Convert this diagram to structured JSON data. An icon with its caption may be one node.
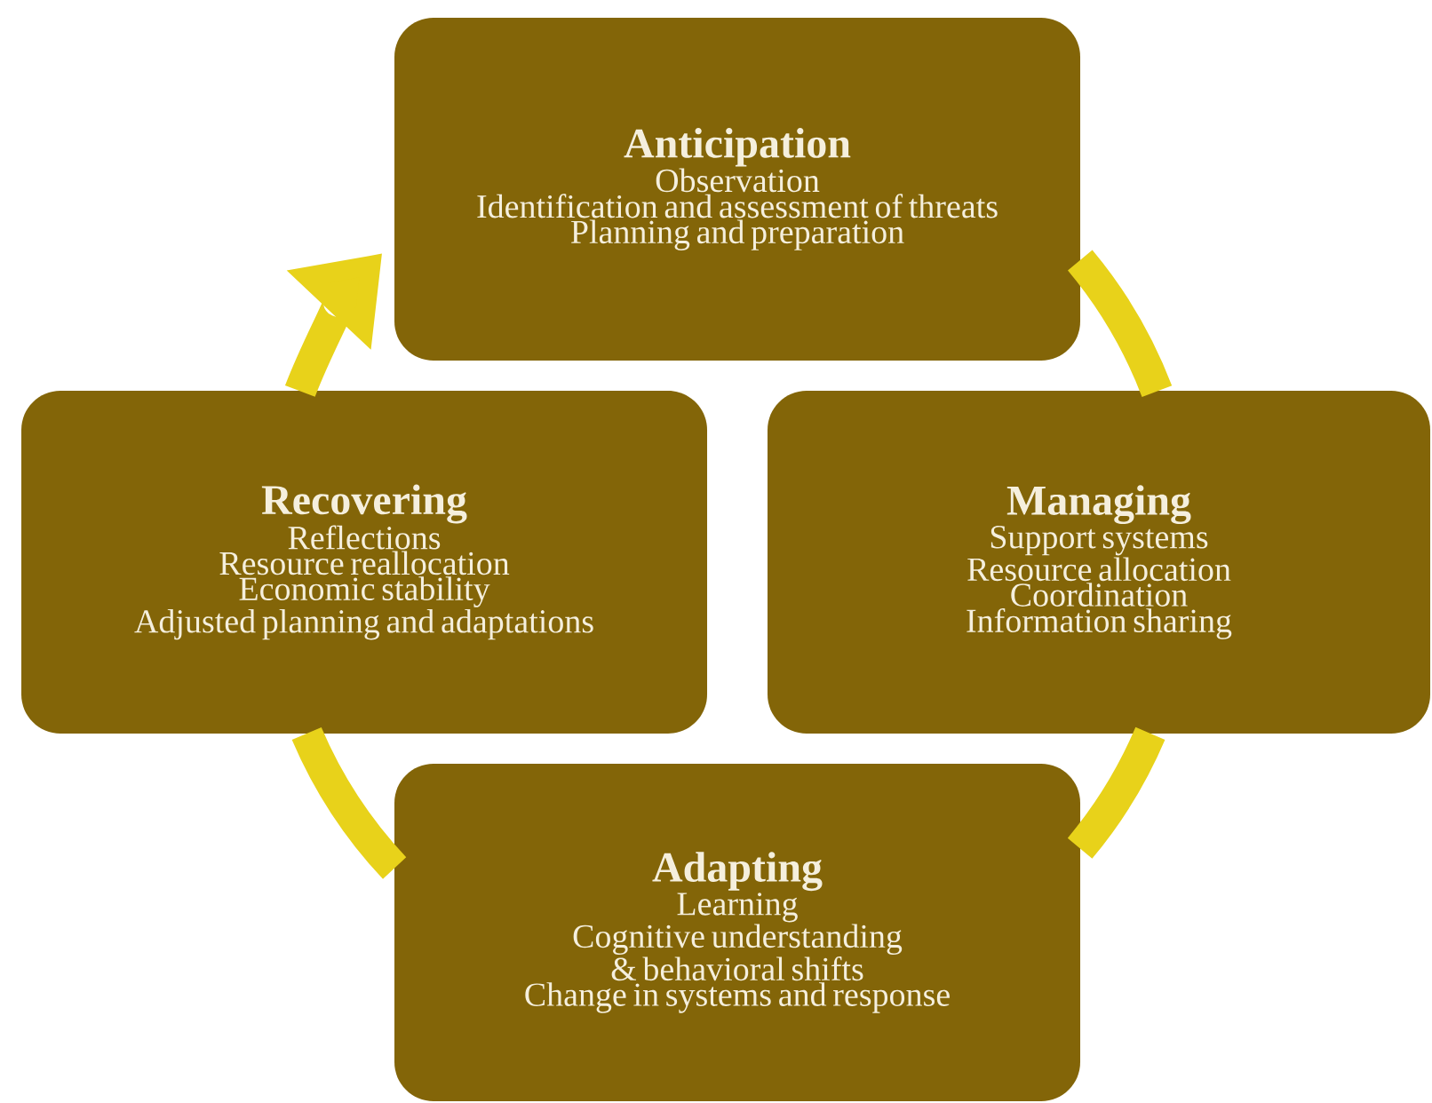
{
  "diagram": {
    "nodes": [
      {
        "text": [
          "Anticipation",
          "Observation",
          "Identification and assessment of threats",
          "Planning and preparation"
        ]
      },
      {
        "text": [
          "Recovering",
          "Reflections",
          "Resource reallocation",
          "Economic stability",
          "Adjusted planning and adaptations"
        ]
      },
      {
        "text": [
          "Managing",
          "Support systems",
          "Resource allocation",
          "Coordination",
          "Information sharing"
        ]
      },
      {
        "text": [
          "Adapting",
          "Learning",
          "Cognitive understanding & behavioral shifts",
          "Change in systems and response"
        ]
      }
    ],
    "edges": [
      {
        "from": 0,
        "to": 2,
        "arrow": "none"
      },
      {
        "from": 2,
        "to": 3,
        "arrow": "none"
      },
      {
        "from": 3,
        "to": 1,
        "arrow": "none"
      },
      {
        "from": 1,
        "to": 0,
        "arrow": "to"
      }
    ]
  }
}
